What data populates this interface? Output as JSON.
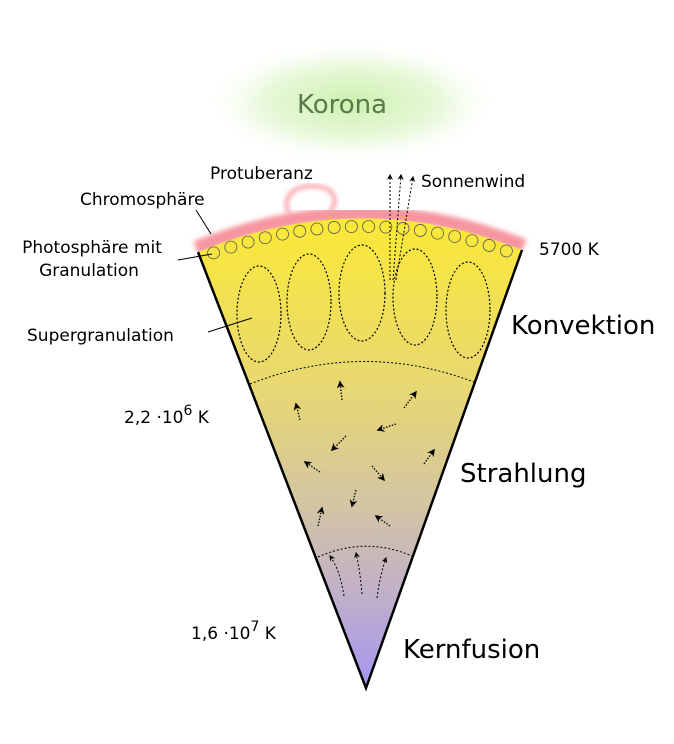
{
  "title": "Aufbau der Sonne",
  "labels": {
    "corona": "Korona",
    "prominence": "Protuberanz",
    "solar_wind": "Sonnenwind",
    "chromosphere": "Chromosphäre",
    "photosphere_line1": "Photosphäre mit",
    "photosphere_line2": "Granulation",
    "surface_temp": "5700 K",
    "convection": "Konvektion",
    "supergranulation": "Supergranulation",
    "temp_mid_base": "2,2 ·10",
    "temp_mid_exp": "6",
    "temp_mid_unit": " K",
    "radiation": "Strahlung",
    "temp_core_base": "1,6 ·10",
    "temp_core_exp": "7",
    "temp_core_unit": " K",
    "fusion": "Kernfusion"
  },
  "colors": {
    "top": "#f8e838",
    "middle": "#d8c890",
    "bottom": "#a898f0",
    "chromosphere": "#f06070",
    "corona": "#c8f0a8",
    "corona_text": "#5a7a4a"
  }
}
